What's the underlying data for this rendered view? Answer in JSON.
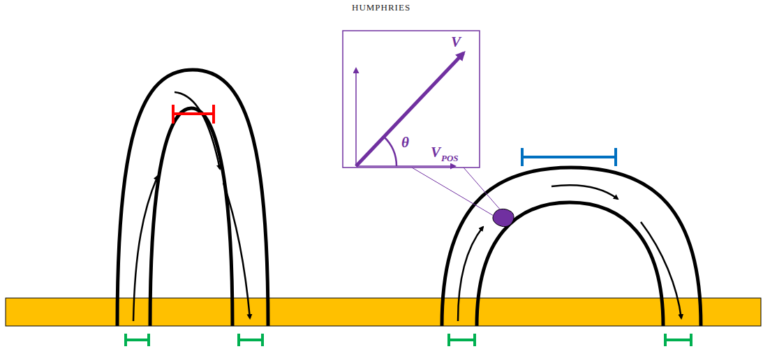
{
  "diagram": {
    "labels": [
      "HUMPHRIES",
      "V",
      "θ",
      "V",
      "POS"
    ]
  }
}
